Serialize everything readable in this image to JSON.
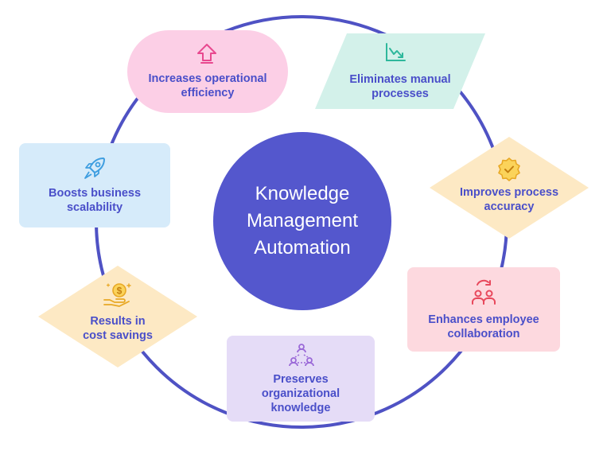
{
  "center": {
    "line1": "Knowledge",
    "line2": "Management",
    "line3": "Automation"
  },
  "nodes": [
    {
      "id": "efficiency",
      "line1": "Increases operational",
      "line2": "efficiency",
      "icon": "arrow-up-icon",
      "color": "#fccfe6",
      "icon_color": "#e8488f"
    },
    {
      "id": "manual",
      "line1": "Eliminates manual",
      "line2": "processes",
      "icon": "declining-chart-icon",
      "color": "#d3f1ea",
      "icon_color": "#2fb89c"
    },
    {
      "id": "accuracy",
      "line1": "Improves process",
      "line2": "accuracy",
      "icon": "badge-check-icon",
      "color": "#fde9c4",
      "icon_color": "#e8a825"
    },
    {
      "id": "collaboration",
      "line1": "Enhances employee",
      "line2": "collaboration",
      "icon": "people-exchange-icon",
      "color": "#fdd9df",
      "icon_color": "#e8485c"
    },
    {
      "id": "knowledge",
      "line1": "Preserves",
      "line2": "organizational",
      "line3": "knowledge",
      "icon": "network-people-icon",
      "color": "#e5dcf7",
      "icon_color": "#9b6ad8"
    },
    {
      "id": "savings",
      "line1": "Results in",
      "line2": "cost savings",
      "icon": "hand-coin-icon",
      "color": "#fde9c4",
      "icon_color": "#e8a825"
    },
    {
      "id": "scalability",
      "line1": "Boosts business",
      "line2": "scalability",
      "icon": "rocket-icon",
      "color": "#d6ebfa",
      "icon_color": "#3f9ee0"
    }
  ],
  "colors": {
    "ring": "#4f52c4",
    "center_fill": "#5457cd",
    "label_text": "#4a4fc9"
  }
}
